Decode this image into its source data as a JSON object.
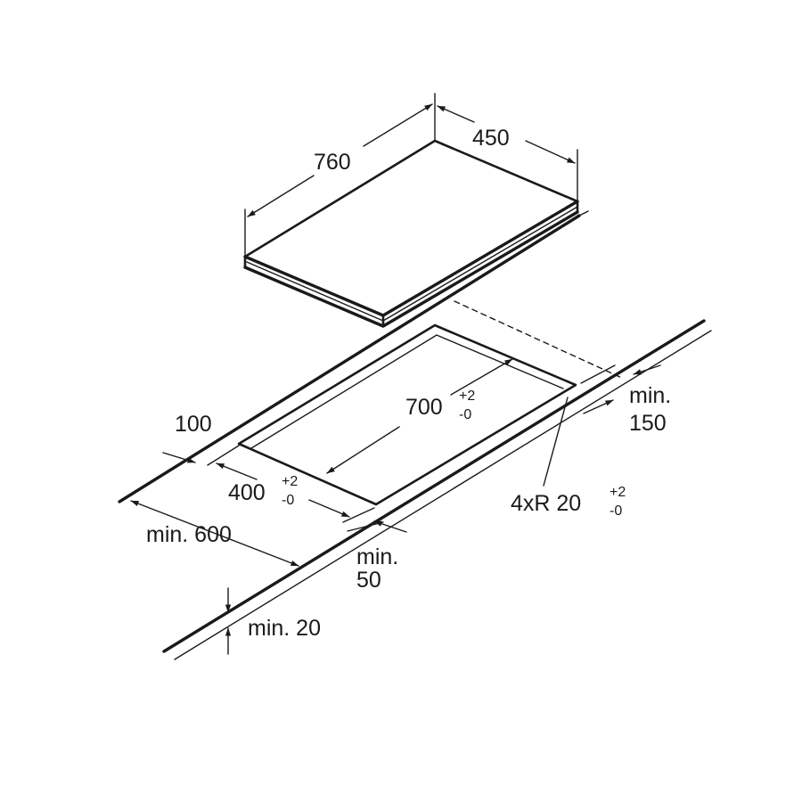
{
  "colors": {
    "line": "#1a1a1a",
    "background": "#ffffff",
    "hob_top": "#ffffff"
  },
  "hob": {
    "width_label": "760",
    "depth_label": "450"
  },
  "cutout": {
    "length_label": "700",
    "length_tol_plus": "+2",
    "length_tol_minus": "-0",
    "width_label": "400",
    "width_tol_plus": "+2",
    "width_tol_minus": "-0",
    "radius_label": "4xR 20",
    "radius_tol_plus": "+2",
    "radius_tol_minus": "-0"
  },
  "clearances": {
    "back_label": "100",
    "side_line1": "min.",
    "side_line2": "150",
    "front_line1": "min.",
    "front_line2": "50",
    "depth_label": "min. 600",
    "thickness_label": "min. 20"
  }
}
